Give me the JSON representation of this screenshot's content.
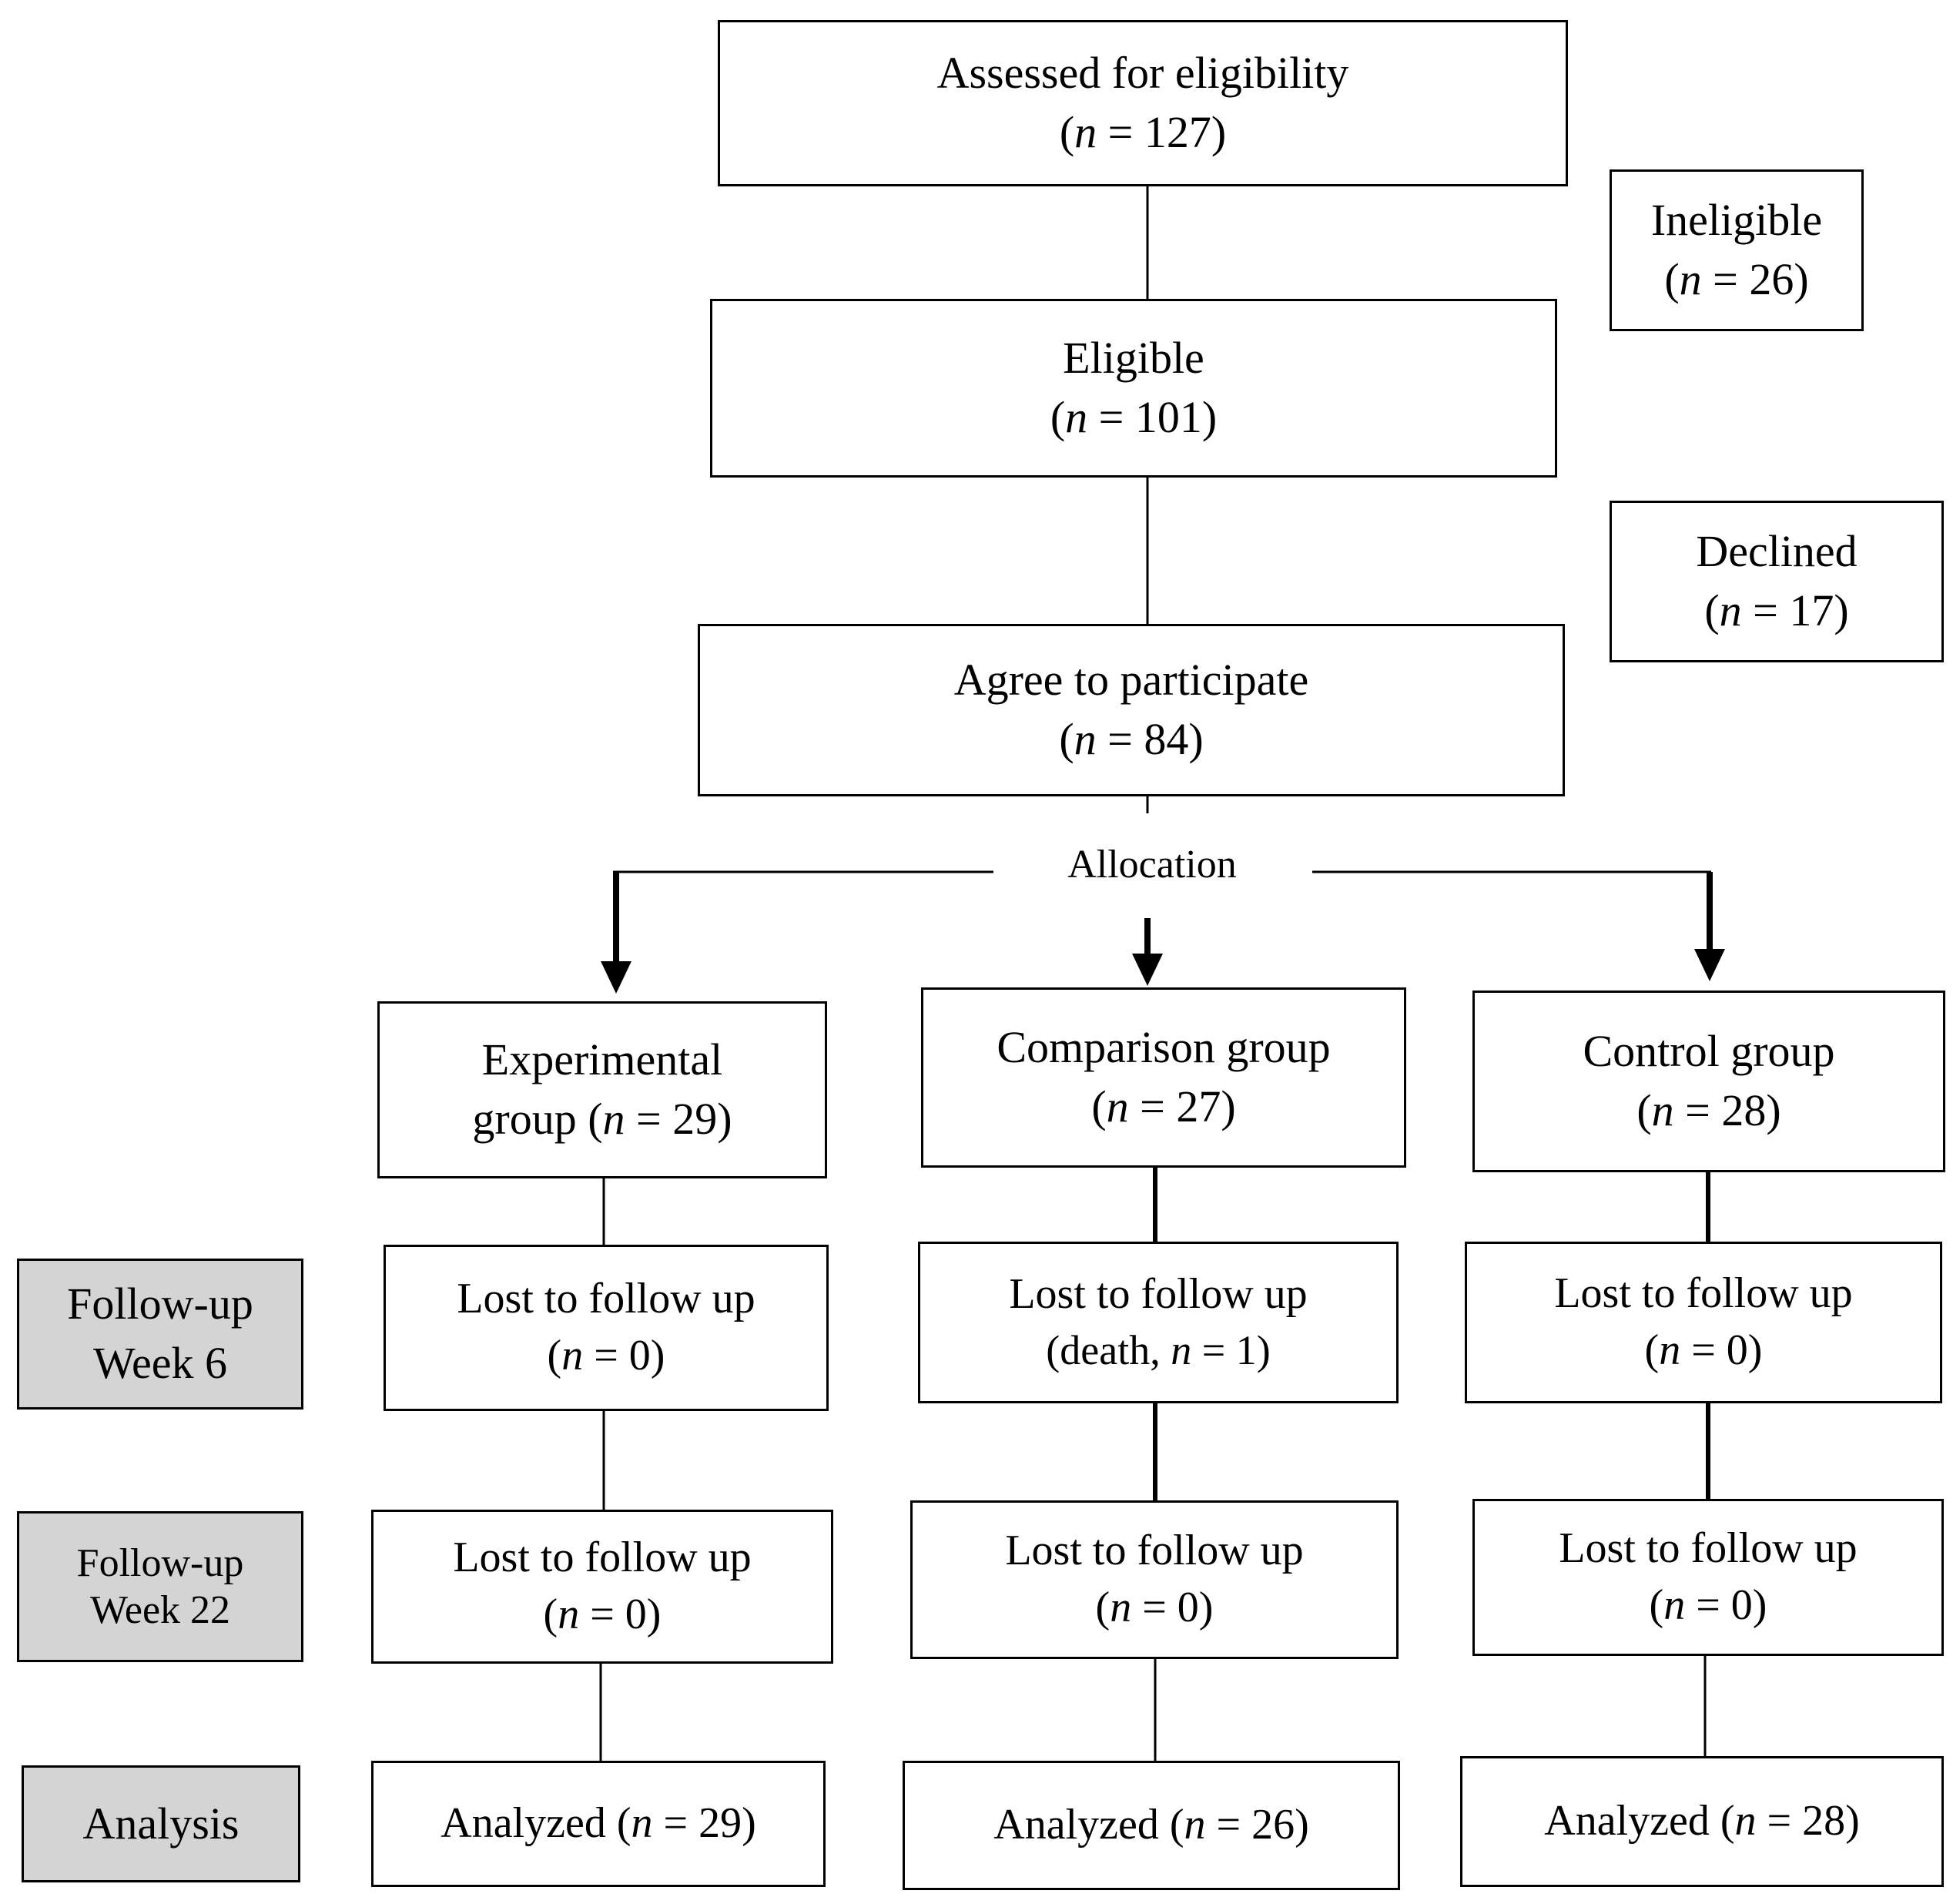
{
  "nodes": {
    "assessed": {
      "title": "Assessed for eligibility",
      "count": "127"
    },
    "ineligible": {
      "title": "Ineligible",
      "count": "26"
    },
    "eligible": {
      "title": "Eligible",
      "count": "101"
    },
    "declined": {
      "title": "Declined",
      "count": "17"
    },
    "agree": {
      "title": "Agree to participate",
      "count": "84"
    },
    "allocation": {
      "label": "Allocation"
    },
    "experimental": {
      "title_line1": "Experimental",
      "title_line2": "group",
      "count": "29"
    },
    "comparison": {
      "title": "Comparison group",
      "count": "27"
    },
    "control": {
      "title": "Control group",
      "count": "28"
    },
    "exp_w6": {
      "title": "Lost to follow up",
      "count": "0"
    },
    "comp_w6": {
      "title": "Lost to follow up",
      "prefix": "death,",
      "count": "1"
    },
    "ctrl_w6": {
      "title": "Lost to follow up",
      "count": "0"
    },
    "exp_w22": {
      "title": "Lost to follow up",
      "count": "0"
    },
    "comp_w22": {
      "title": "Lost to follow up",
      "count": "0"
    },
    "ctrl_w22": {
      "title": "Lost to follow up",
      "count": "0"
    },
    "exp_analysis": {
      "title": "Analyzed",
      "count": "29"
    },
    "comp_analysis": {
      "title": "Analyzed",
      "count": "26"
    },
    "ctrl_analysis": {
      "title": "Analyzed",
      "count": "28"
    }
  },
  "stages": {
    "week6": {
      "line1": "Follow-up",
      "line2": "Week 6"
    },
    "week22": {
      "line1": "Follow-up",
      "line2": "Week 22"
    },
    "analysis": {
      "label": "Analysis"
    }
  },
  "notation": {
    "n_symbol": "n",
    "equals": " = "
  },
  "colors": {
    "stage_fill": "#d4d4d4",
    "line": "#000000",
    "box_fill": "#ffffff"
  }
}
